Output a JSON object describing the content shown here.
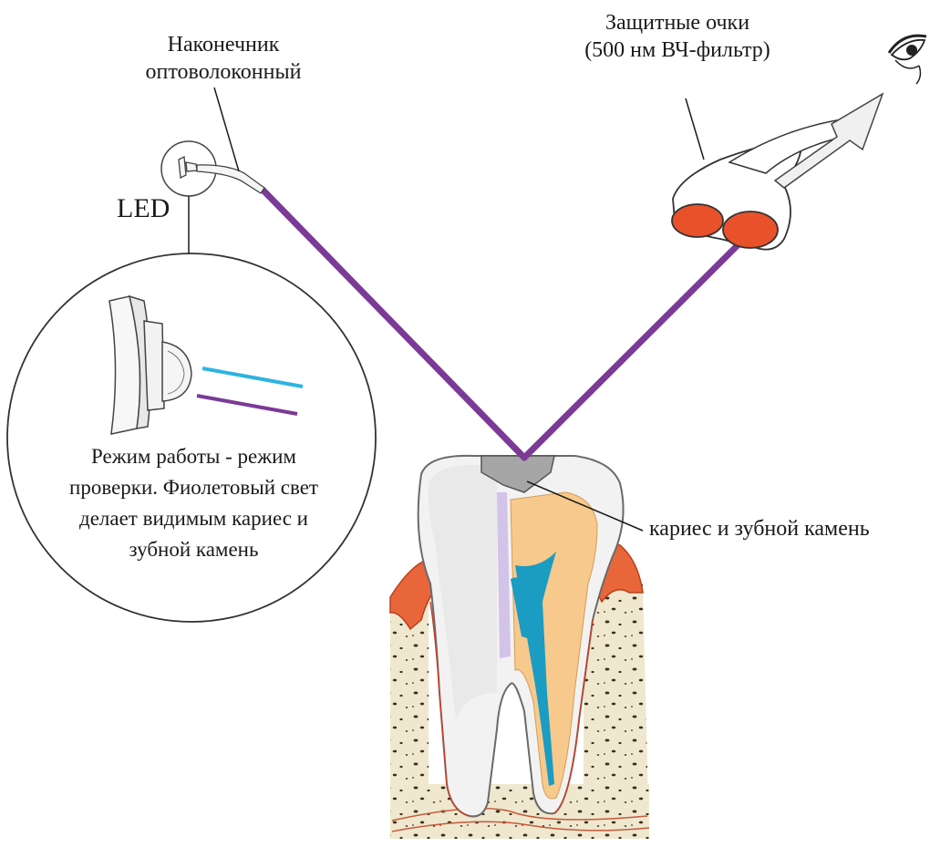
{
  "labels": {
    "tip": [
      "Наконечник",
      "оптоволоконный"
    ],
    "glasses": [
      "Защитные очки",
      "(500 нм ВЧ-фильтр)"
    ],
    "led": "LED",
    "mode": [
      "Режим работы - режим",
      "проверки. Фиолетовый свет",
      "делает видимым кариес и",
      "зубной камень"
    ],
    "caries": "кариес и зубной камень"
  },
  "colors": {
    "violet_beam": "#7b3a96",
    "cyan_beam": "#2fb3e0",
    "glasses_lens": "#e8512a",
    "enamel": "#f2f2f2",
    "dentin": "#f7c98c",
    "pulp": "#1b9cc2",
    "gum": "#e8663a",
    "bone": "#efe8cf",
    "caries": "#a6a6a6"
  },
  "icons": [
    "eye-icon",
    "led-icon",
    "arrow-icon"
  ]
}
